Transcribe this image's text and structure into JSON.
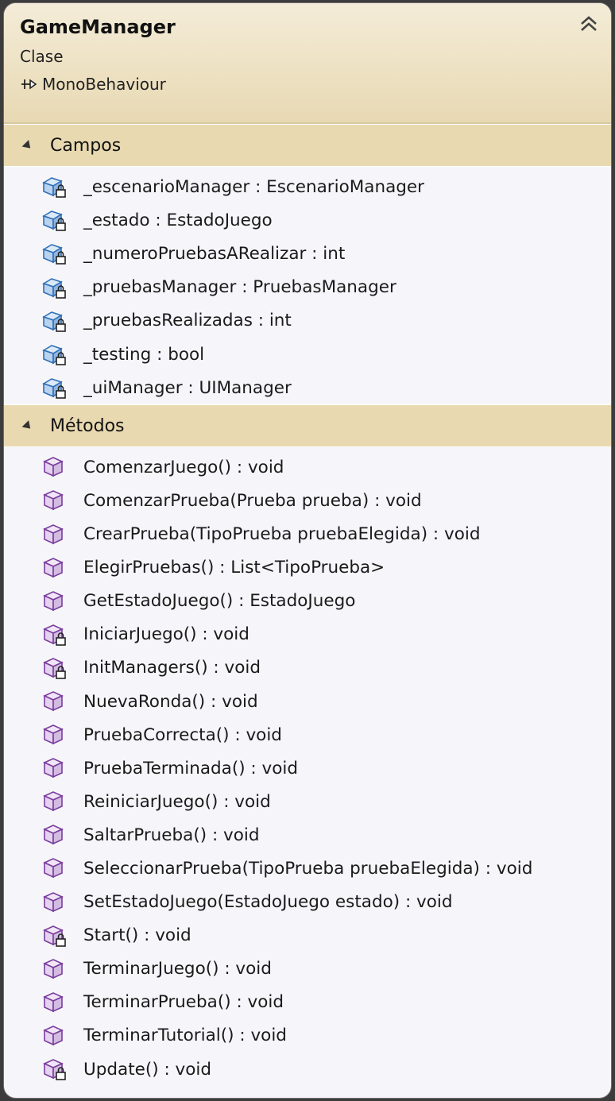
{
  "class": {
    "name": "GameManager",
    "kind": "Clase",
    "base": "MonoBehaviour"
  },
  "sections": {
    "fields": {
      "title": "Campos",
      "items": [
        {
          "text": "_escenarioManager : EscenarioManager",
          "icon": "private-field-icon"
        },
        {
          "text": "_estado : EstadoJuego",
          "icon": "private-field-icon"
        },
        {
          "text": "_numeroPruebasARealizar : int",
          "icon": "private-field-icon"
        },
        {
          "text": "_pruebasManager : PruebasManager",
          "icon": "private-field-icon"
        },
        {
          "text": "_pruebasRealizadas : int",
          "icon": "private-field-icon"
        },
        {
          "text": "_testing : bool",
          "icon": "private-field-icon"
        },
        {
          "text": "_uiManager : UIManager",
          "icon": "private-field-icon"
        }
      ]
    },
    "methods": {
      "title": "Métodos",
      "items": [
        {
          "text": "ComenzarJuego() : void",
          "private": false
        },
        {
          "text": "ComenzarPrueba(Prueba prueba) : void",
          "private": false
        },
        {
          "text": "CrearPrueba(TipoPrueba pruebaElegida) : void",
          "private": false
        },
        {
          "text": "ElegirPruebas() : List<TipoPrueba>",
          "private": false
        },
        {
          "text": "GetEstadoJuego() : EstadoJuego",
          "private": false
        },
        {
          "text": "IniciarJuego() : void",
          "private": true
        },
        {
          "text": "InitManagers() : void",
          "private": true
        },
        {
          "text": "NuevaRonda() : void",
          "private": false
        },
        {
          "text": "PruebaCorrecta() : void",
          "private": false
        },
        {
          "text": "PruebaTerminada() : void",
          "private": false
        },
        {
          "text": "ReiniciarJuego() : void",
          "private": false
        },
        {
          "text": "SaltarPrueba() : void",
          "private": false
        },
        {
          "text": "SeleccionarPrueba(TipoPrueba pruebaElegida) : void",
          "private": false
        },
        {
          "text": "SetEstadoJuego(EstadoJuego estado) : void",
          "private": false
        },
        {
          "text": "Start() : void",
          "private": true
        },
        {
          "text": "TerminarJuego() : void",
          "private": false
        },
        {
          "text": "TerminarPrueba() : void",
          "private": false
        },
        {
          "text": "TerminarTutorial() : void",
          "private": false
        },
        {
          "text": "Update() : void",
          "private": true
        }
      ]
    }
  },
  "colors": {
    "header_bg": "#efe3c6",
    "section_bg": "#e8d9b0",
    "field_icon": "#2f6fb7",
    "method_icon": "#7a3e9d"
  }
}
